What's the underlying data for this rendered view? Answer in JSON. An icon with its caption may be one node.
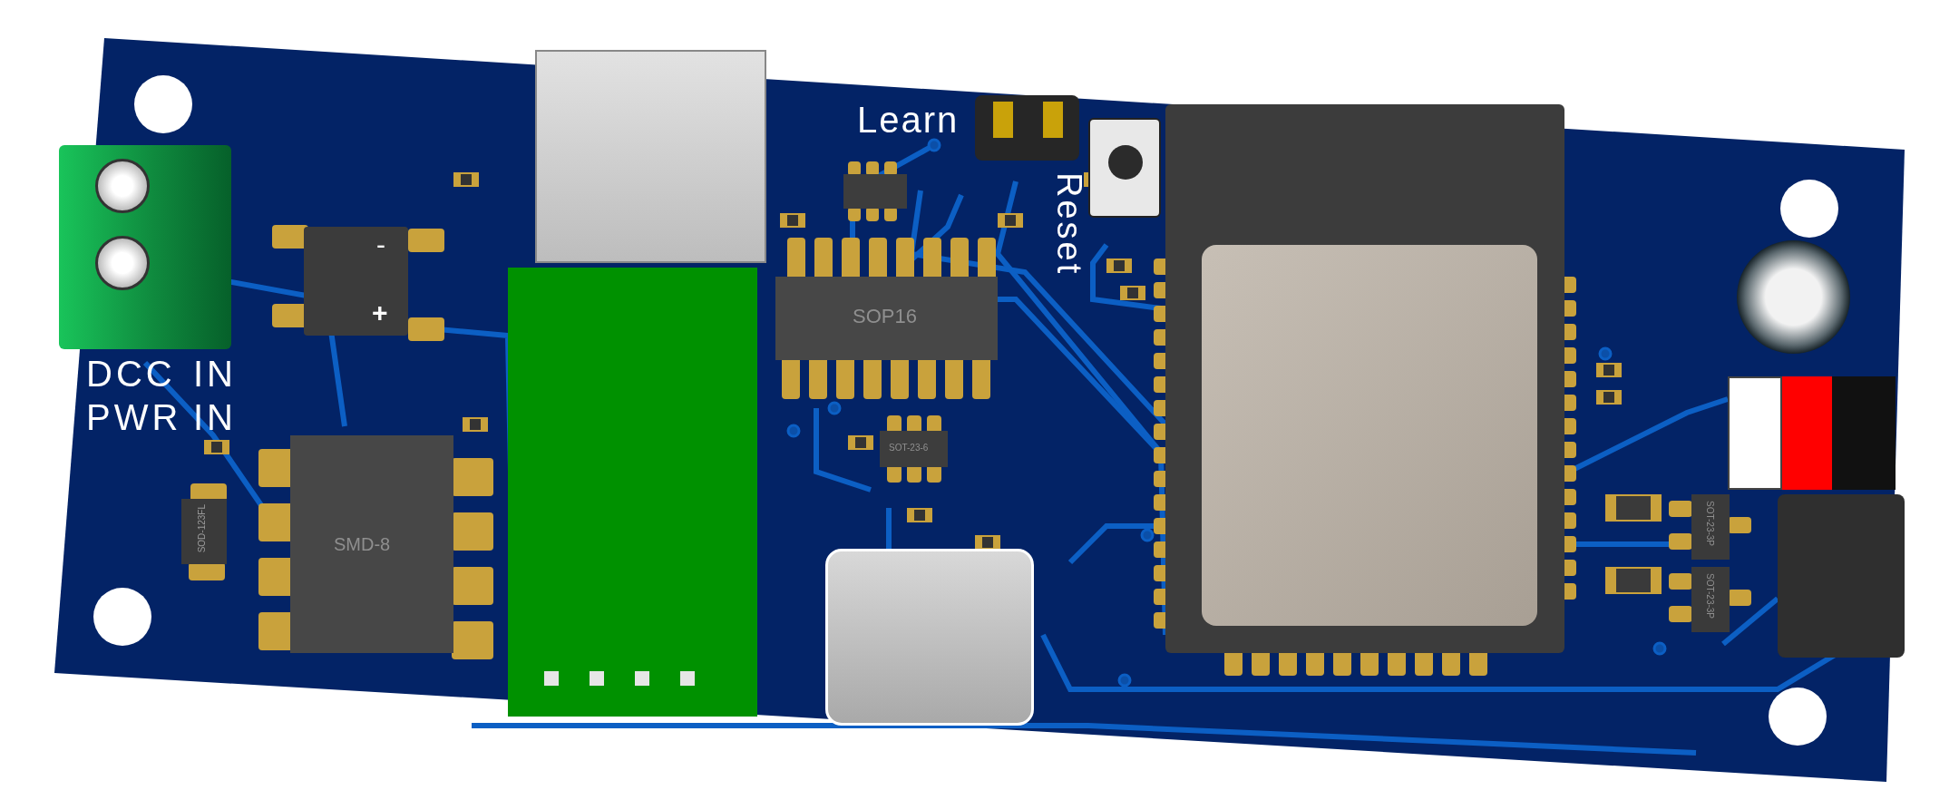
{
  "diagram": {
    "labels": [
      "Learn",
      "Reset",
      "-",
      "+",
      "SOP16",
      "DCC",
      "IN",
      "PWR",
      "IN",
      "SMD-8",
      "SOT-23-6",
      "SOD-123FL",
      "SOT-23-3P",
      "SOT-23-3P"
    ]
  }
}
